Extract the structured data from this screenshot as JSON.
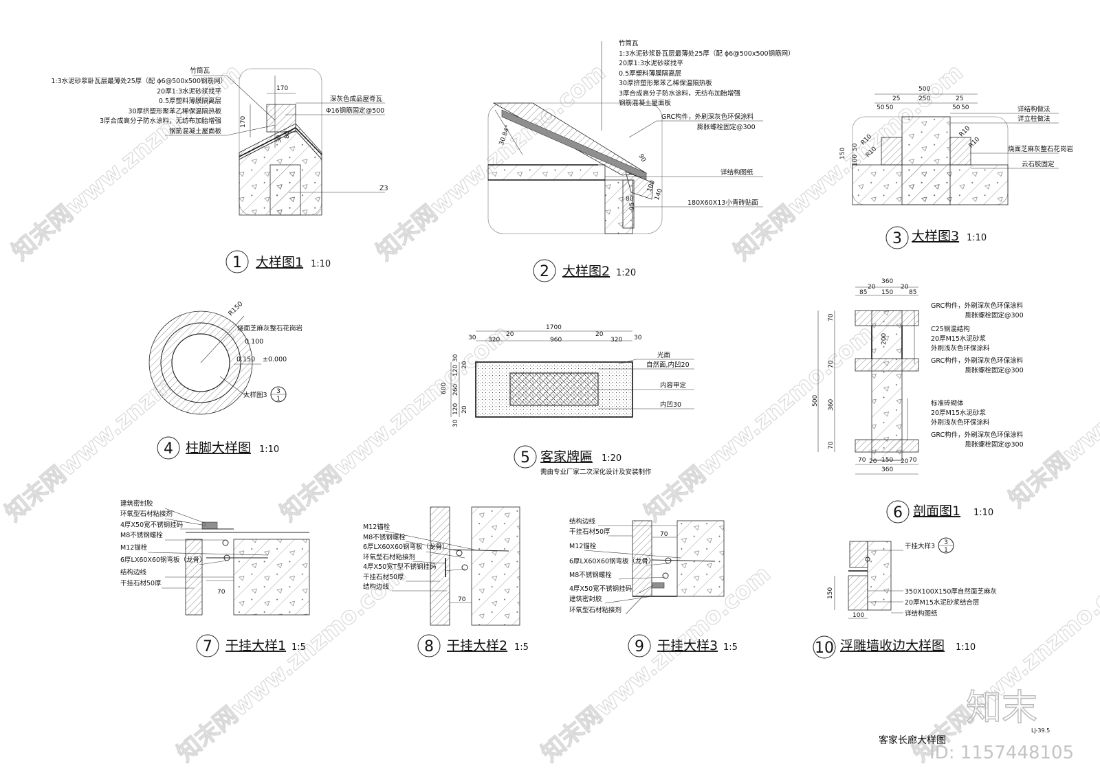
{
  "sheet_title": "客家长廊大样图",
  "sheet_code": "LJ-39.5",
  "watermark": {
    "brand": "知末",
    "id": "ID: 1157448105",
    "text": "知末网www.znzmo.com"
  },
  "details": [
    {
      "number": "1",
      "title": "大样图1",
      "scale": "1:10",
      "notes": [
        "竹筒瓦",
        "1:3水泥砂浆卧瓦层最薄处25厚（配 ϕ6@500x500钢筋网）",
        "20厚1:3水泥砂浆找平",
        "0.5厚塑料薄膜隔离层",
        "30厚挤塑形聚苯乙稀保温隔热板",
        "3厚合成高分子防水涂料，无纺布加胎增强",
        "钢筋混凝土屋面板"
      ],
      "right_notes": [
        "深灰色成品屋脊瓦",
        "Φ16钢筋固定@500",
        "Z3"
      ],
      "dims": [
        "170",
        "170",
        "80",
        "30"
      ]
    },
    {
      "number": "2",
      "title": "大样图2",
      "scale": "1:20",
      "notes": [
        "竹筒瓦",
        "1:3水泥砂浆卧瓦层最薄处25厚（配 ϕ6@500x500钢筋网）",
        "20厚1:3水泥砂浆找平",
        "0.5厚塑料薄膜隔离层",
        "30厚挤塑形聚苯乙稀保温隔热板",
        "3厚合成高分子防水涂料，无纺布加胎增强",
        "钢筋混凝土屋面板"
      ],
      "right_notes": [
        "GRC构件，外刷深灰色环保涂料",
        "膨胀螺栓固定@300",
        "详结构图纸",
        "180X60X13小青砖贴面"
      ],
      "dims": [
        "30.84°",
        "90",
        "80",
        "95",
        "140",
        "100"
      ]
    },
    {
      "number": "3",
      "title": "大样图3",
      "scale": "1:10",
      "notes": [
        "详结构做法",
        "详立柱做法",
        "烧面芝麻灰整石花岗岩",
        "云石胶固定"
      ],
      "dims": [
        "500",
        "25",
        "250",
        "25",
        "50",
        "50",
        "50",
        "50",
        "R10",
        "R10",
        "R10",
        "R10",
        "150",
        "50",
        "100"
      ]
    },
    {
      "number": "4",
      "title": "柱脚大样图",
      "scale": "1:10",
      "notes": [
        "R150",
        "烧面芝麻灰整石花岗岩",
        "0.100",
        "0.150",
        "±0.000"
      ],
      "ref": {
        "label": "大样图3",
        "number": "3",
        "sheet": "1"
      }
    },
    {
      "number": "5",
      "title": "客家牌匾",
      "scale": "1:20",
      "subtitle": "需由专业厂家二次深化设计及安装制作",
      "notes": [
        "光面",
        "自然面,内凹20",
        "内容甲定",
        "内凹30"
      ],
      "dims_top": [
        "1700",
        "30",
        "320",
        "20",
        "960",
        "20",
        "320",
        "30"
      ],
      "dims_left": [
        "600",
        "30",
        "120",
        "260",
        "120",
        "30",
        "20",
        "20"
      ]
    },
    {
      "number": "6",
      "title": "剖面图1",
      "scale": "1:10",
      "notes": [
        "GRC构件，外刷深灰色环保涂料",
        "膨胀螺栓固定@300",
        "C25钢混结构",
        "20厚M15水泥砂浆",
        "外刷浅灰色环保涂料",
        "GRC构件，外刷深灰色环保涂料",
        "膨胀螺栓固定@300",
        "标准砖砌体",
        "20厚M15水泥砂浆",
        "外刷浅灰色环保涂料",
        "GRC构件，外刷深灰色环保涂料",
        "膨胀螺栓固定@300"
      ],
      "dims_top": [
        "360",
        "85",
        "20",
        "150",
        "20",
        "85"
      ],
      "dims_left": [
        "70",
        "70",
        "500",
        "360",
        "70",
        "200"
      ],
      "dims_bottom": [
        "70",
        "20",
        "150",
        "20",
        "70",
        "360"
      ]
    },
    {
      "number": "7",
      "title": "干挂大样1",
      "scale": "1:5",
      "notes": [
        "建筑密封胶",
        "环氧型石材粘接剂",
        "4厚X50宽不锈钢挂码",
        "M8不锈钢螺栓",
        "M12锚栓",
        "6厚LX60X60钢弯板（龙骨）",
        "结构边线",
        "干挂石材50厚"
      ],
      "dims": [
        "70"
      ]
    },
    {
      "number": "8",
      "title": "干挂大样2",
      "scale": "1:5",
      "notes": [
        "M12锚栓",
        "M8不锈钢螺栓",
        "6厚LX60X60钢弯板（龙骨）",
        "环氧型石材粘接剂",
        "4厚X50宽T型不锈钢挂码",
        "干挂石材50厚",
        "结构边线"
      ],
      "dims": [
        "70"
      ]
    },
    {
      "number": "9",
      "title": "干挂大样3",
      "scale": "1:5",
      "notes": [
        "结构边线",
        "干挂石材50厚",
        "M12锚栓",
        "6厚LX60X60钢弯板（龙骨）",
        "M8不锈钢螺栓",
        "4厚X50宽不锈钢挂码",
        "建筑密封胶",
        "环氧型石材粘接剂"
      ],
      "dims": [
        "70"
      ]
    },
    {
      "number": "10",
      "title": "浮雕墙收边大样图",
      "scale": "1:10",
      "notes": [
        "350X100X150厚自然面芝麻灰",
        "20厚M15水泥砂浆结合层",
        "详结构图纸"
      ],
      "ref": {
        "label": "干挂大样3",
        "number": "3",
        "sheet": "1"
      },
      "dims": [
        "150",
        "100"
      ]
    }
  ]
}
